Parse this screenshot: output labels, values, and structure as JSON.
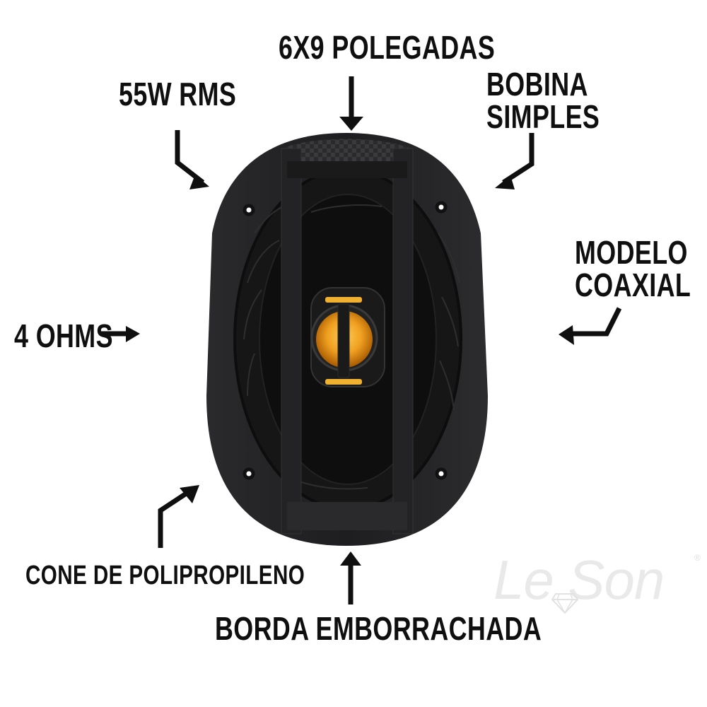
{
  "product": {
    "type": "coaxial car speaker 6x9",
    "image_description": "black oval speaker with orange tweeter, viewed from front"
  },
  "callouts": [
    {
      "id": "size",
      "text": "6X9 POLEGADAS",
      "arrow": "down"
    },
    {
      "id": "power",
      "text": "55W RMS",
      "arrow": "down-right"
    },
    {
      "id": "coil",
      "line1": "BOBINA",
      "line2": "SIMPLES",
      "arrow": "down-left"
    },
    {
      "id": "model",
      "line1": "MODELO",
      "line2": "COAXIAL",
      "arrow": "left"
    },
    {
      "id": "impedance",
      "text": "4 OHMS",
      "arrow": "right"
    },
    {
      "id": "cone",
      "text": "CONE DE POLIPROPILENO",
      "arrow": "up-right"
    },
    {
      "id": "surround",
      "text": "BORDA EMBORRACHADA",
      "arrow": "up"
    }
  ],
  "brand": {
    "logo_text": "Le Son",
    "registered_mark": "®",
    "logo_icon": "diamond-icon"
  },
  "colors": {
    "background": "#ffffff",
    "text": "#0f0f0f",
    "speaker_body": "#1c1c1e",
    "tweeter": "#f0a020",
    "logo": "#e9e9e9"
  }
}
